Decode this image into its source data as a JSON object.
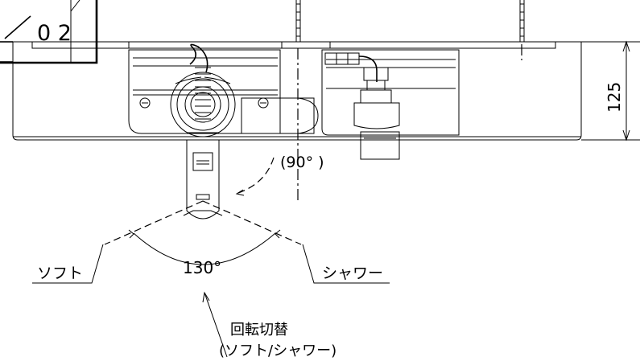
{
  "labels": {
    "corner_number": "0 2",
    "dim_height": "125",
    "angle_90": "(90° )",
    "angle_130": "130°",
    "soft": "ソフト",
    "shower": "シャワー",
    "rotate_title": "回転切替",
    "rotate_sub": "(ソフト/シャワー)"
  }
}
